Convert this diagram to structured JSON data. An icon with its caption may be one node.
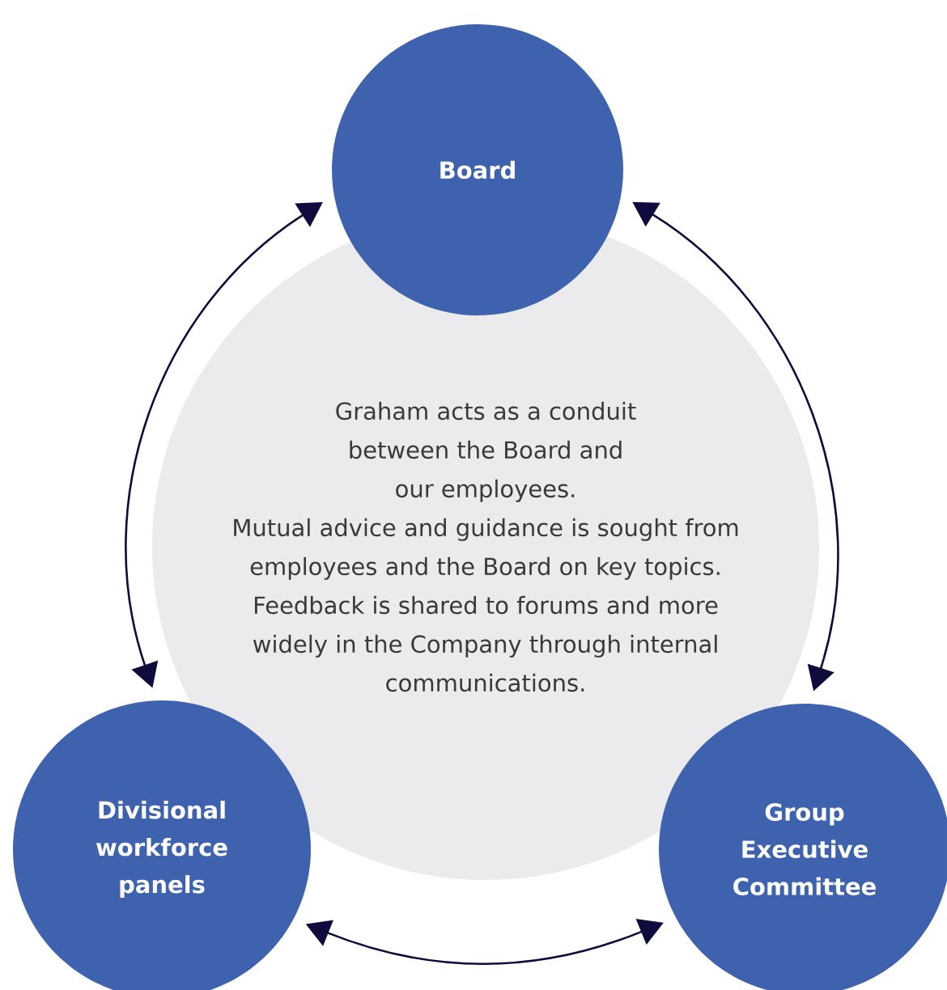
{
  "diagram": {
    "nodes": [
      {
        "text": [
          "Board"
        ]
      },
      {
        "text": [
          "Graham acts as a conduit between the Board and our employees.",
          "Mutual advice and guidance is sought from employees and the Board on key topics. Feedback is shared to forums and more widely in the Company through internal communications."
        ]
      },
      {
        "text": [
          "Divisional workforce panels"
        ]
      },
      {
        "text": [
          "Group Executive Committee"
        ]
      }
    ],
    "edges": [
      {
        "from": 0,
        "to": 2,
        "arrow": "both"
      },
      {
        "from": 0,
        "to": 3,
        "arrow": "both"
      },
      {
        "from": 2,
        "to": 3,
        "arrow": "both"
      }
    ]
  }
}
